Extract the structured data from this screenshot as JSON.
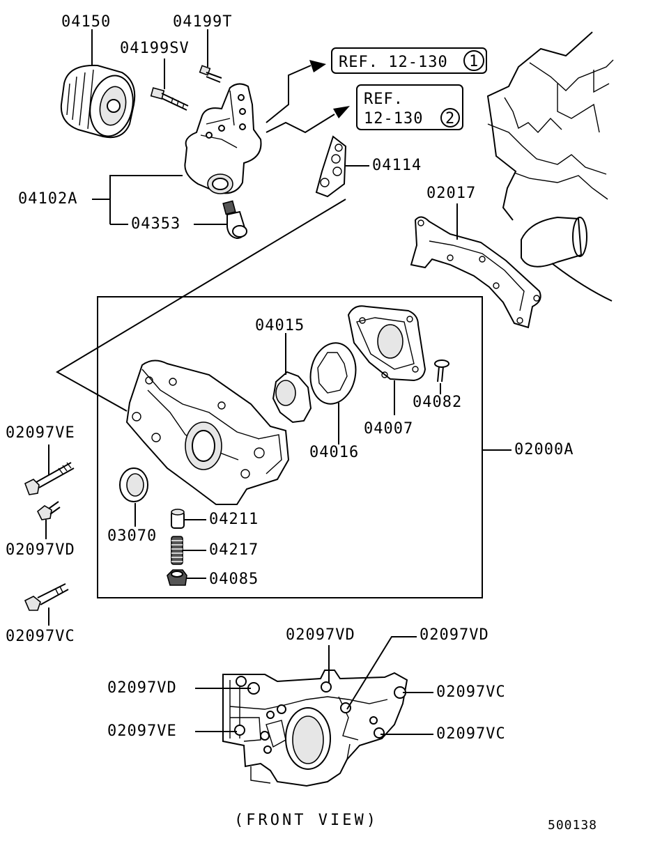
{
  "labels": {
    "oil_filter": "04150",
    "bolt_04199T": "04199T",
    "bolt_04199SV": "04199SV",
    "bracket": "04102A",
    "switch": "04353",
    "gasket_04114": "04114",
    "gasket_02017": "02017",
    "rotor_inner": "04015",
    "plate_cover": "04007",
    "rotor_outer": "04016",
    "screw_04082": "04082",
    "pump_assy": "02000A",
    "oil_seal": "03070",
    "plunger": "04211",
    "spring": "04217",
    "plug": "04085",
    "bolt_ve": "02097VE",
    "bolt_vd": "02097VD",
    "bolt_vc": "02097VC"
  },
  "refs": {
    "ref1_text": "REF. 12-130",
    "ref1_num": "1",
    "ref2_line1": "REF.",
    "ref2_line2": "12-130",
    "ref2_num": "2"
  },
  "front_view": {
    "title": "(FRONT VIEW)",
    "top_left": "02097VD",
    "top_right": "02097VD",
    "left_upper": "02097VD",
    "left_lower": "02097VE",
    "right_upper": "02097VC",
    "right_lower": "02097VC"
  },
  "figure_code": "500138"
}
